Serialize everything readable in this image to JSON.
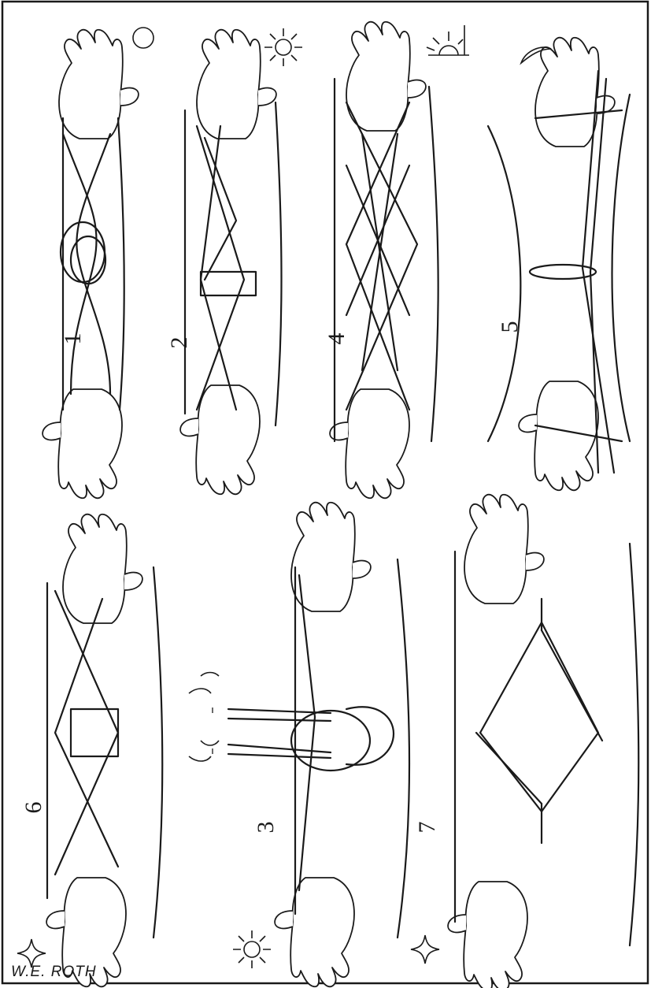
{
  "figures": [
    {
      "id": "fig-1",
      "number": "1",
      "symbol": "full-moon-icon"
    },
    {
      "id": "fig-2",
      "number": "2",
      "symbol": "sun-icon"
    },
    {
      "id": "fig-4",
      "number": "4",
      "symbol": "rising-sun-icon"
    },
    {
      "id": "fig-5",
      "number": "5",
      "symbol": "crescent-moon-icon"
    },
    {
      "id": "fig-6",
      "number": "6",
      "symbol": "star-icon"
    },
    {
      "id": "fig-3",
      "number": "3",
      "symbol": "sun-icon"
    },
    {
      "id": "fig-7",
      "number": "7",
      "symbol": "star-icon"
    }
  ],
  "signature": "W.E. ROTH"
}
